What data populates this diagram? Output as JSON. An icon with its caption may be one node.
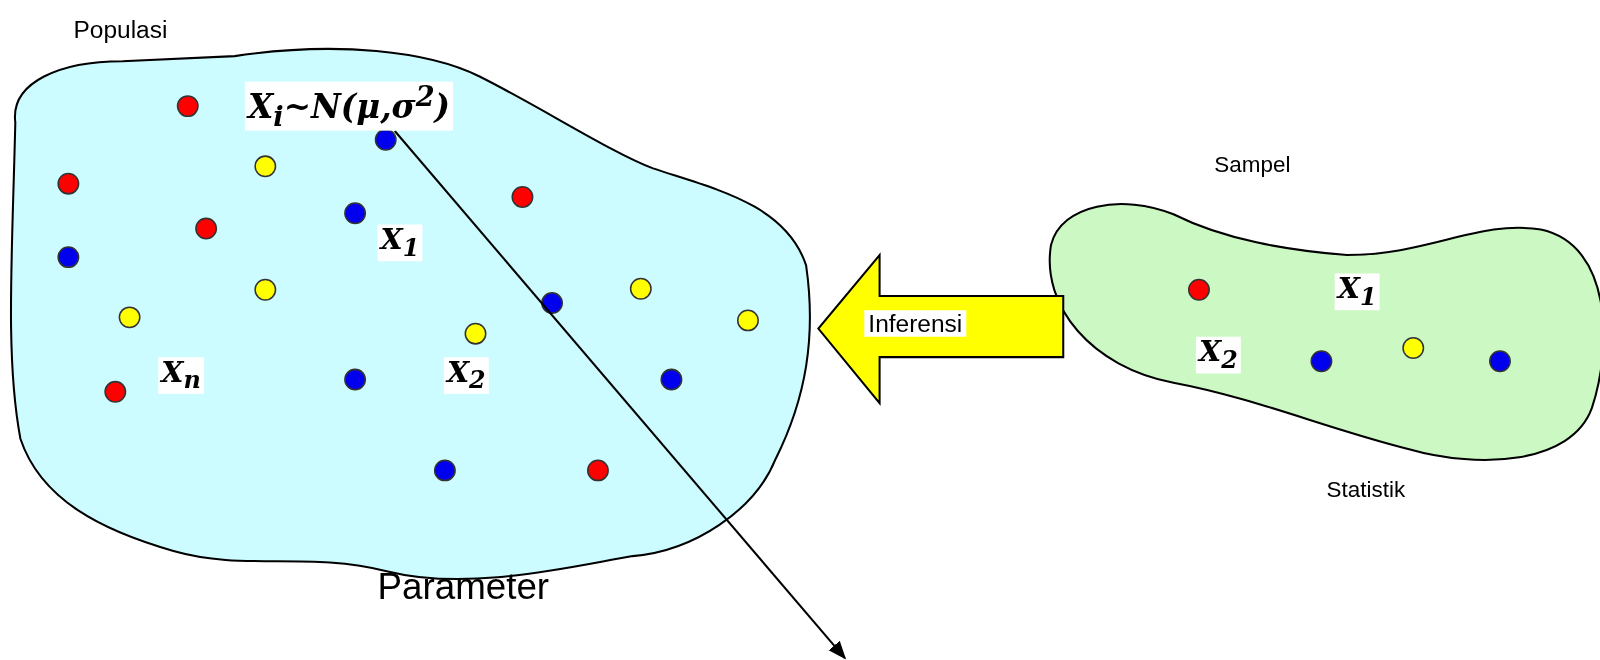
{
  "diagram": {
    "nodes": [
      {
        "text": [
          "Populasi",
          "Parameter"
        ]
      },
      {
        "text": [
          "X$_{i}$~N(μ,σ$^{2}$)"
        ],
        "in": 0
      },
      {
        "text": [
          "Sampel",
          "Statistik"
        ]
      }
    ],
    "edges": [
      {
        "from": 2,
        "to": 0,
        "arrow": "to",
        "label": "Inferensi",
        "style": "thick",
        "color": "#ffff00"
      },
      {
        "from": 1,
        "to": null,
        "arrow": "to"
      }
    ],
    "labels": [
      "X$_{1}$",
      "X$_{n}$",
      "X$_{2}$",
      "X$_{1}$",
      "X$_{2}$"
    ]
  }
}
